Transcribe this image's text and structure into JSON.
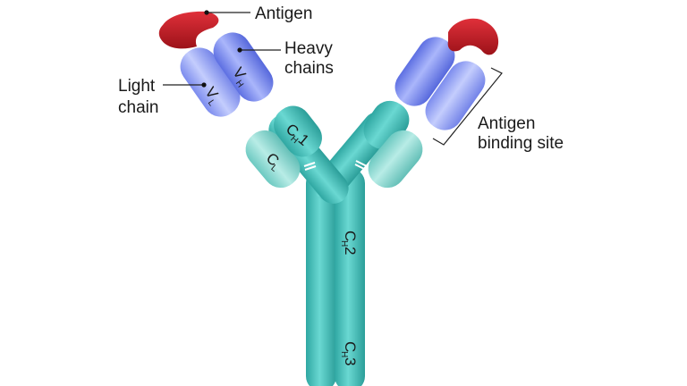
{
  "labels": {
    "antigen": "Antigen",
    "heavy_chains": [
      "Heavy",
      "chains"
    ],
    "light_chain": [
      "Light",
      "chain"
    ],
    "antigen_binding_site": [
      "Antigen",
      "binding site"
    ]
  },
  "segments": {
    "vh": {
      "main": "V",
      "sub": "H"
    },
    "vl": {
      "main": "V",
      "sub": "L"
    },
    "ch1": {
      "main": "C",
      "sub": "H",
      "num": "1"
    },
    "cl": {
      "main": "C",
      "sub": "L"
    },
    "ch2": {
      "main": "C",
      "sub": "H",
      "num": "2"
    },
    "ch3": {
      "main": "C",
      "sub": "H",
      "num": "3"
    }
  },
  "colors": {
    "heavy_constant": "#4fc6c0",
    "light_constant": "#8fdcd2",
    "variable_heavy": "#7f8ff2",
    "variable_light": "#98a8f6",
    "antigen": "#c8212b"
  }
}
